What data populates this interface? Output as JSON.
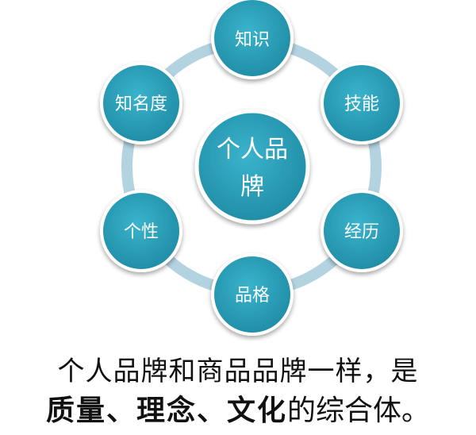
{
  "diagram": {
    "center": {
      "line1": "个人品",
      "line2": "牌"
    },
    "nodes": [
      {
        "id": "zhishi",
        "label": "知识"
      },
      {
        "id": "jineng",
        "label": "技能"
      },
      {
        "id": "jingli",
        "label": "经历"
      },
      {
        "id": "pinge",
        "label": "品格"
      },
      {
        "id": "gexing",
        "label": "个性"
      },
      {
        "id": "zhimingdu",
        "label": "知名度"
      }
    ],
    "colors": {
      "node": "#2b9fb8",
      "ring": "#b3d3e0",
      "text": "#ffffff"
    }
  },
  "caption": {
    "line1": "个人品牌和商品品牌一样，是",
    "line2_bold": "质量、理念、文化",
    "line2_rest": "的综合体。"
  }
}
